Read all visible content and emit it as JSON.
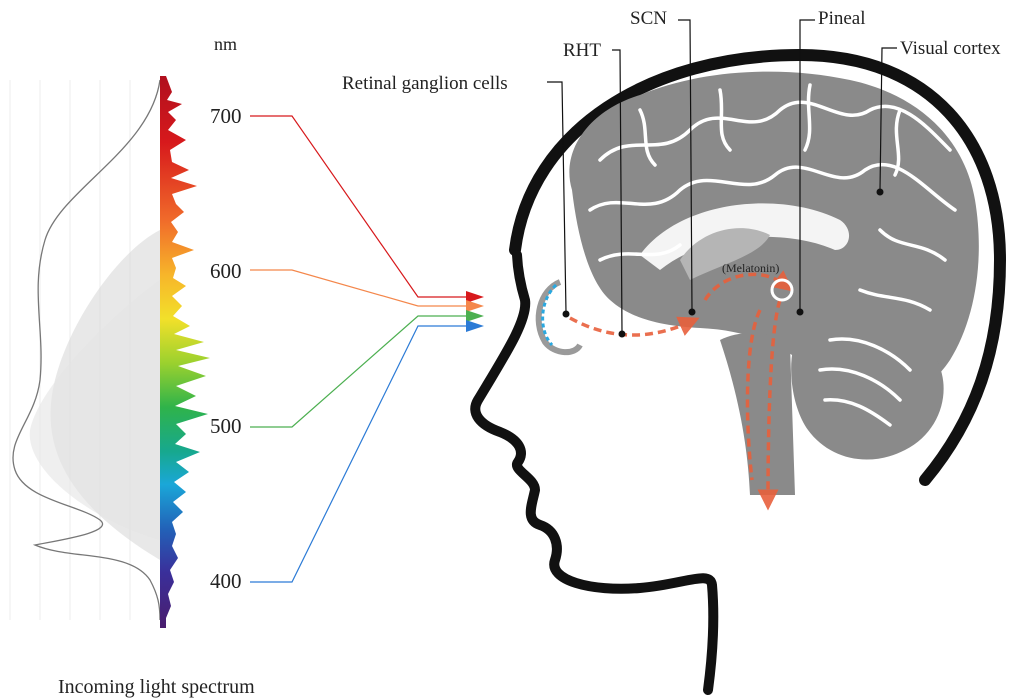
{
  "spectrum": {
    "unit_label": "nm",
    "tick_labels": [
      "700",
      "600",
      "500",
      "400"
    ],
    "caption": "Incoming light spectrum"
  },
  "head": {
    "labels": {
      "retinal_ganglion": "Retinal ganglion cells",
      "rht": "RHT",
      "scn": "SCN",
      "pineal": "Pineal",
      "visual_cortex": "Visual cortex",
      "melatonin": "(Melatonin)"
    }
  },
  "colors": {
    "pathway_arrow": "#e8603c",
    "brain": "#8a8a8a",
    "head_outline": "#111111",
    "red": "#d7191c",
    "orange": "#f4874b",
    "green": "#4caf50",
    "blue": "#2c7bd6",
    "cornea": "#29a8e0"
  }
}
